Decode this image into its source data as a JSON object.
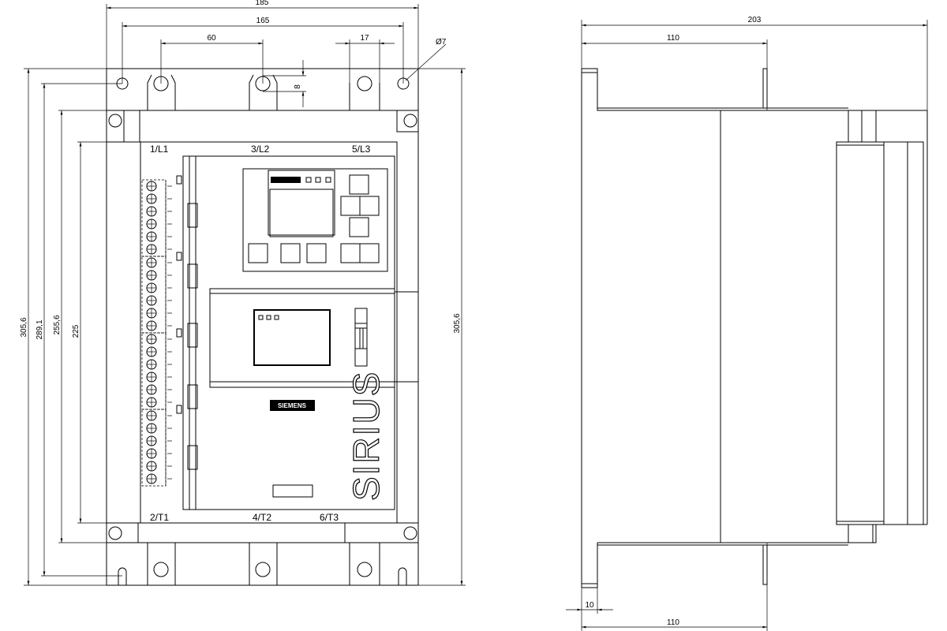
{
  "front_view": {
    "dimensions": {
      "overall_width": "185",
      "hole_spacing_outer": "165",
      "hole_spacing_inner": "60",
      "ear_width": "17",
      "hole_diameter": "Ø7",
      "hole_offset": "8",
      "overall_height_left": "305,6",
      "hole_to_hole_height": "289,1",
      "body_height": "255,6",
      "inner_height": "225",
      "overall_height_right": "305,6"
    },
    "terminals": {
      "top": [
        "1/L1",
        "3/L2",
        "5/L3"
      ],
      "bottom": [
        "2/T1",
        "4/T2",
        "6/T3"
      ]
    },
    "brand_text": "SIRIUS",
    "logo_text": "SIEMENS"
  },
  "side_view": {
    "dimensions": {
      "overall_depth": "203",
      "top_depth": "110",
      "bottom_depth": "110",
      "flange": "10"
    }
  }
}
